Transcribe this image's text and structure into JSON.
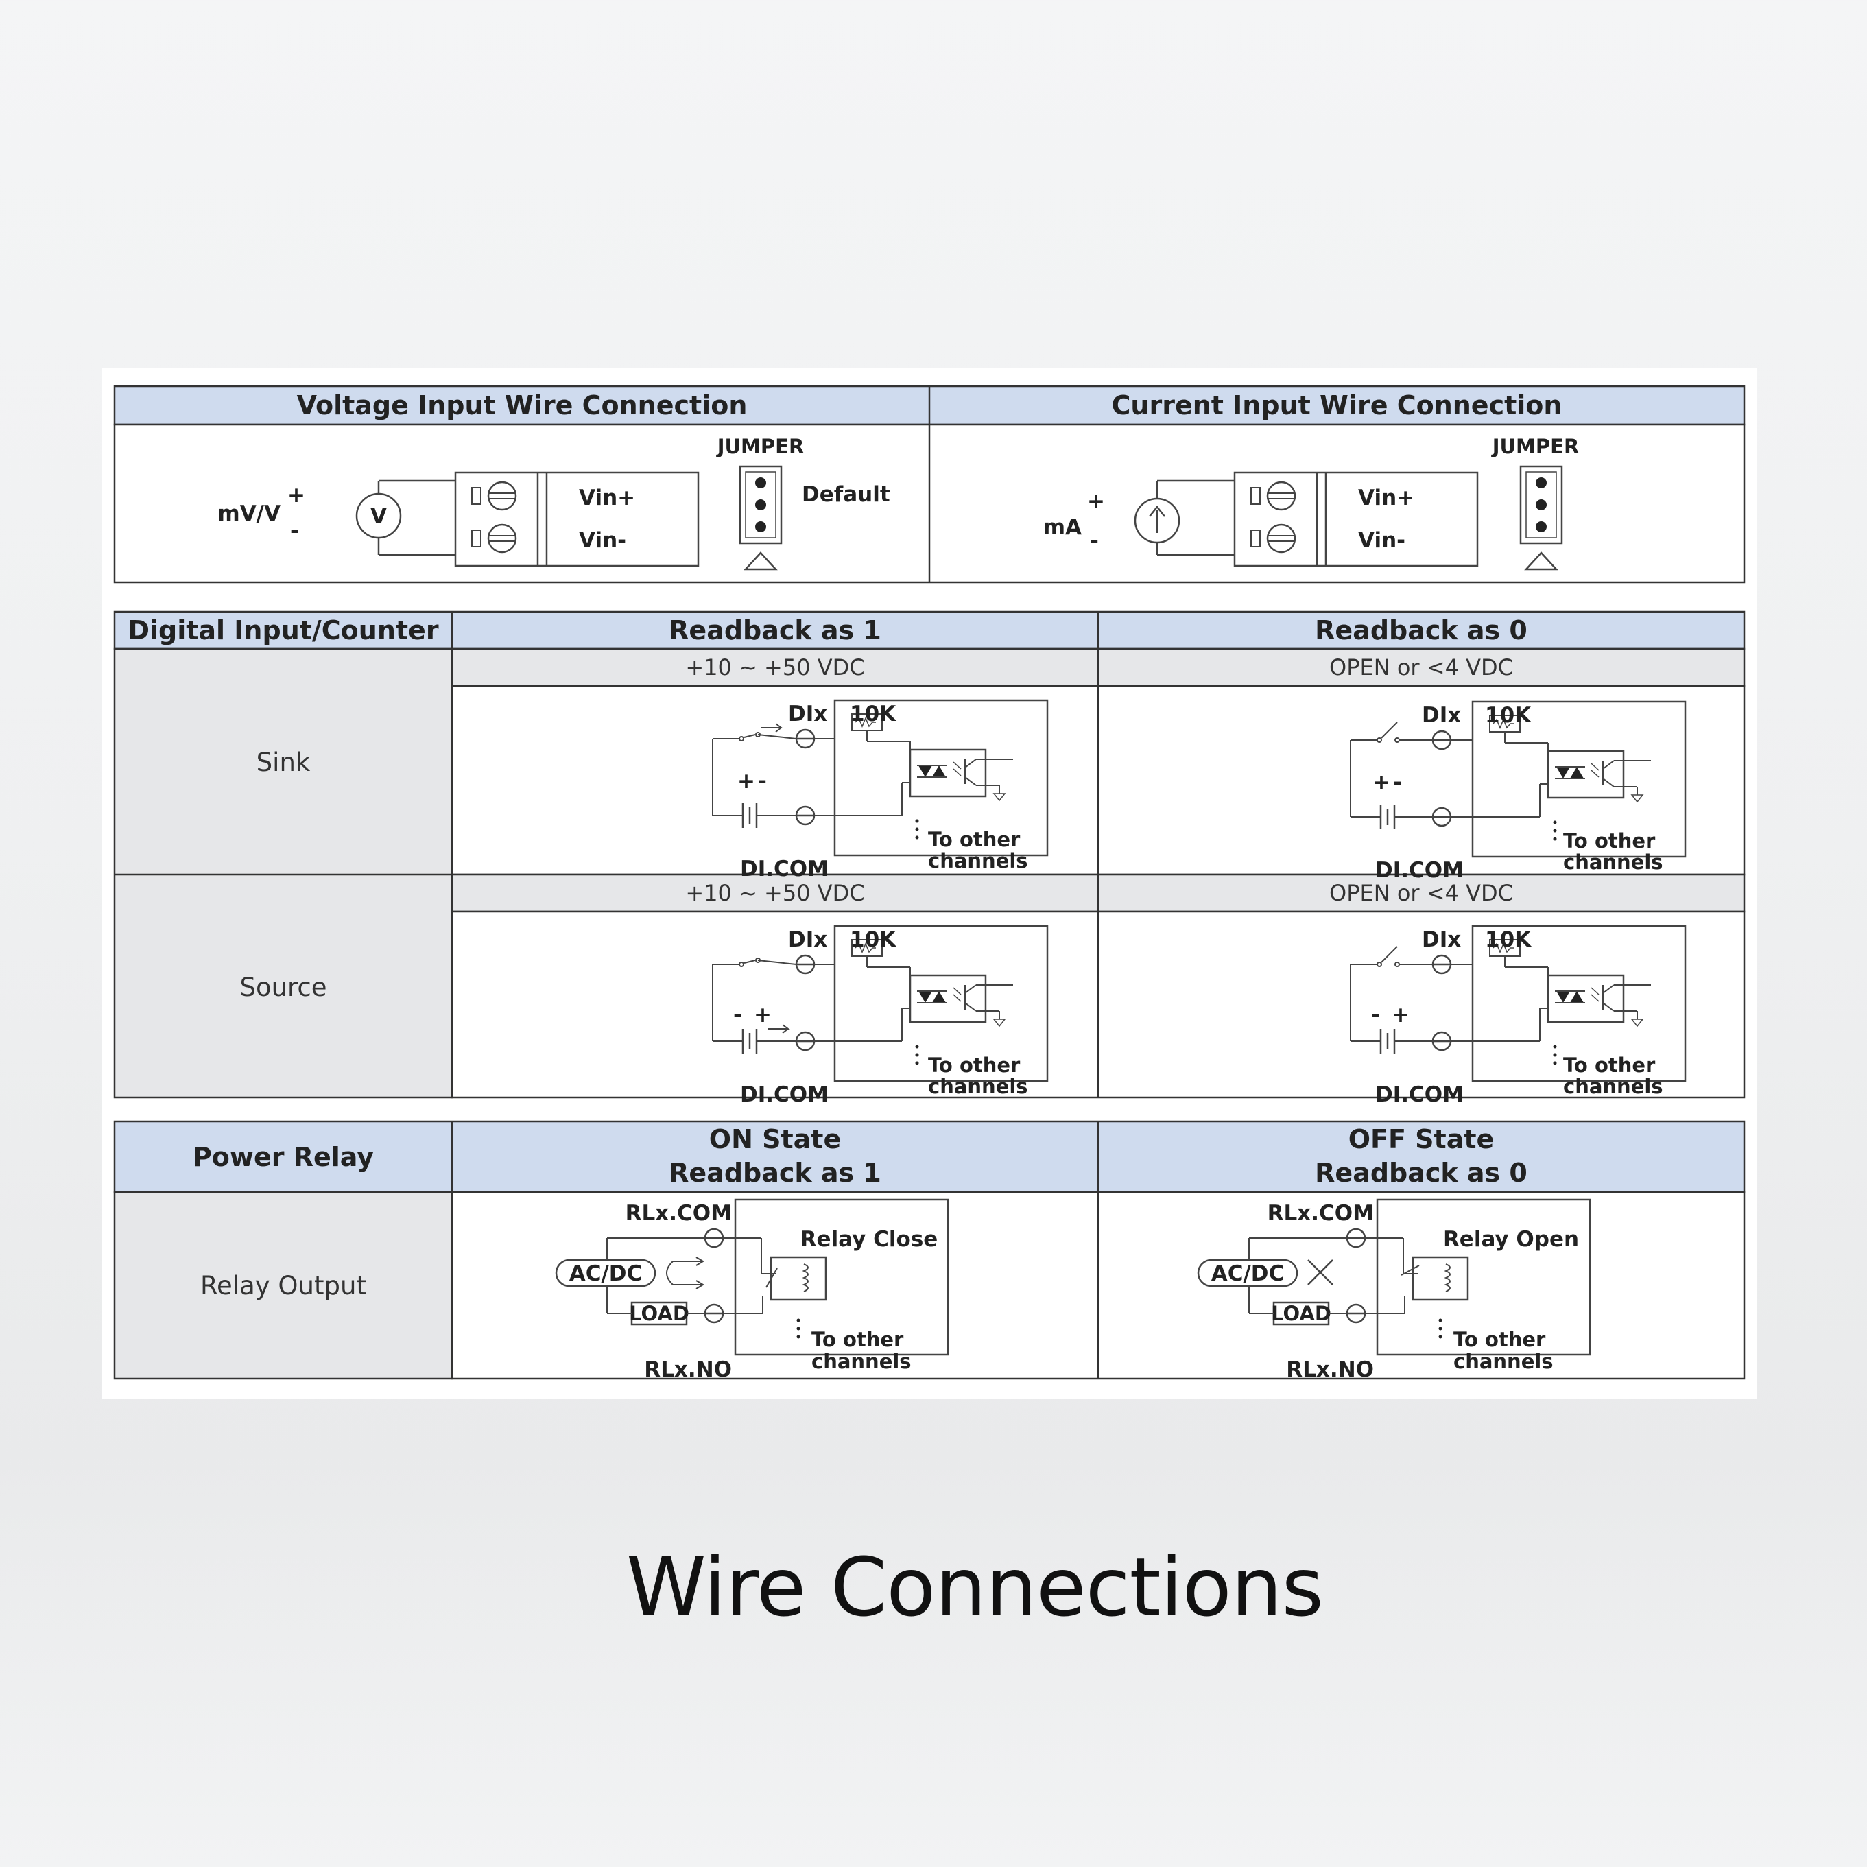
{
  "caption": "Wire Connections",
  "voltage_section": {
    "title": "Voltage Input Wire Connection",
    "source_label": "mV/V",
    "meter_symbol": "V",
    "plus": "+",
    "minus": "-",
    "terminal_pos": "Vin+",
    "terminal_neg": "Vin-",
    "jumper_label": "JUMPER",
    "jumper_default": "Default"
  },
  "current_section": {
    "title": "Current Input Wire Connection",
    "source_label": "mA",
    "plus": "+",
    "minus": "-",
    "terminal_pos": "Vin+",
    "terminal_neg": "Vin-",
    "jumper_label": "JUMPER"
  },
  "digital_section": {
    "header": "Digital Input/Counter",
    "col1": "Readback as 1",
    "col2": "Readback as 0",
    "rows": [
      {
        "name": "Sink",
        "cond1": "+10 ~ +50 VDC",
        "cond2": "OPEN or <4 VDC",
        "pol_left": "+",
        "pol_right": "-"
      },
      {
        "name": "Source",
        "cond1": "+10 ~ +50 VDC",
        "cond2": "OPEN or <4 VDC",
        "pol_left": "-",
        "pol_right": "+"
      }
    ],
    "dix": "DIx",
    "resistor": "10K",
    "dicom": "DI.COM",
    "to_other_1": "To other",
    "to_other_2": "channels"
  },
  "relay_section": {
    "header": "Power Relay",
    "col1_line1": "ON State",
    "col1_line2": "Readback as 1",
    "col2_line1": "OFF State",
    "col2_line2": "Readback as 0",
    "row_name": "Relay Output",
    "rlcom": "RLx.COM",
    "rlno": "RLx.NO",
    "acdc": "AC/DC",
    "load": "LOAD",
    "close_label": "Relay Close",
    "open_label": "Relay Open",
    "to_other_1": "To other",
    "to_other_2": "channels"
  }
}
